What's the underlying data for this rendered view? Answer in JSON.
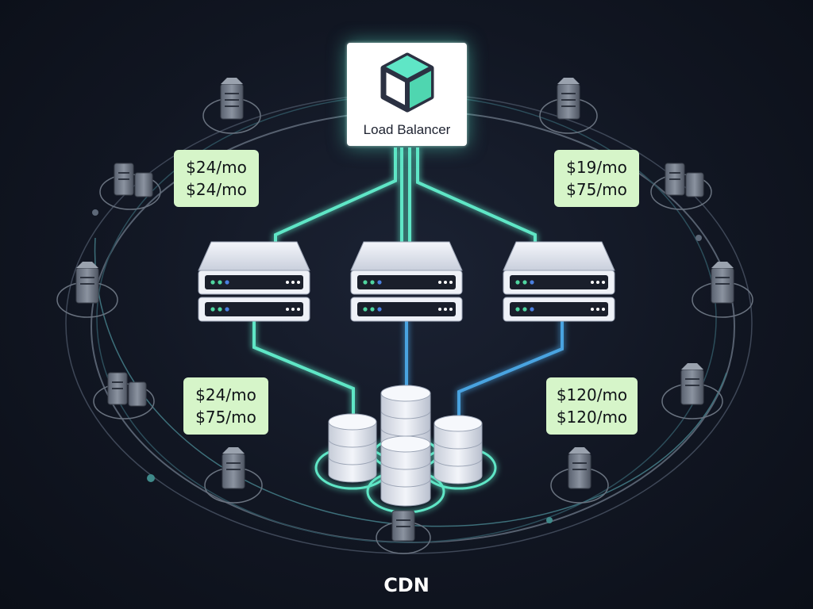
{
  "load_balancer": {
    "label": "Load Balancer"
  },
  "price_cards": [
    {
      "lines": [
        "$24/mo",
        "$24/mo"
      ]
    },
    {
      "lines": [
        "$19/mo",
        "$75/mo"
      ]
    },
    {
      "lines": [
        "$24/mo",
        "$75/mo"
      ]
    },
    {
      "lines": [
        "$120/mo",
        "$120/mo"
      ]
    }
  ],
  "cdn": {
    "label": "CDN"
  },
  "colors": {
    "background": "#111622",
    "connector_teal": "#5fe6c6",
    "connector_blue": "#4aa3e0",
    "price_card_fill": "#d6f5c9",
    "server_led_green": "#4fd6a0",
    "server_led_blue": "#4a7fe0",
    "ring_line": "#4b5566"
  },
  "icons": {
    "load_balancer_logo": "cube-logo-icon",
    "app_server": "rack-server-icon",
    "database": "database-cylinder-icon",
    "edge_node": "edge-server-icon"
  }
}
